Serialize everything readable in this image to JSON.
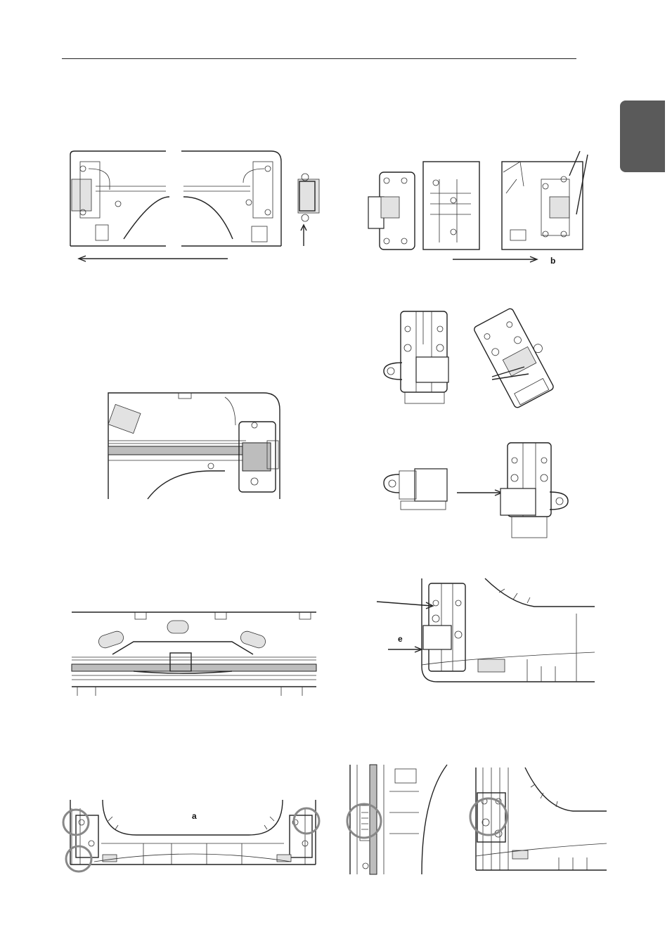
{
  "labels": {
    "step2_arrow": "b",
    "step6_arrow": "e",
    "step8_panel": "a"
  },
  "colors": {
    "tab": "#5a5a5a",
    "line": "#222222",
    "shade": "#bdbdbd",
    "highlight_circle": "#888888"
  },
  "icons": {
    "arrow": "arrow-icon",
    "screw": "screw-icon"
  }
}
